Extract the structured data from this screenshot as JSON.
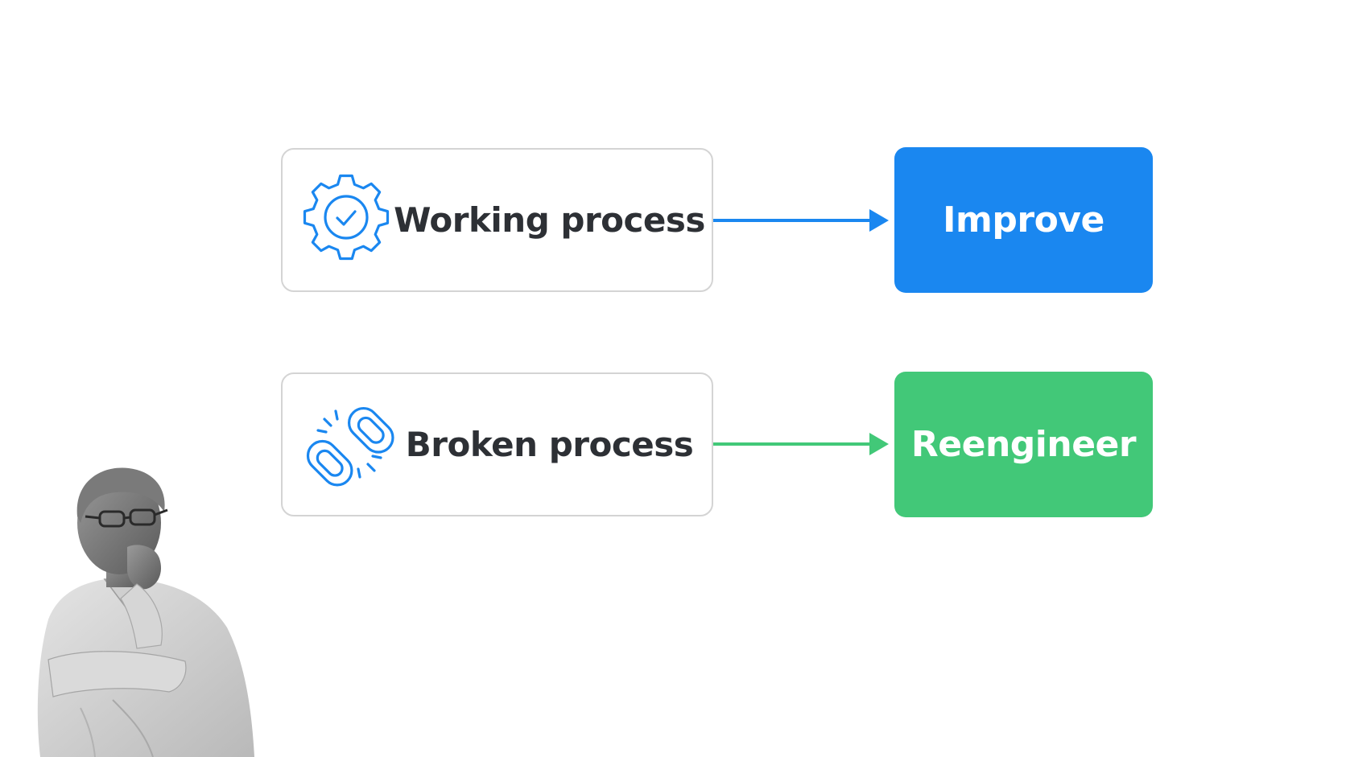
{
  "rows": [
    {
      "source_label": "Working process",
      "source_icon": "gear-check-icon",
      "target_label": "Improve",
      "color": "#1a87f0"
    },
    {
      "source_label": "Broken process",
      "source_icon": "broken-link-icon",
      "target_label": "Reengineer",
      "color": "#42c878"
    }
  ],
  "colors": {
    "background": "#ffffff",
    "box_border": "#d4d4d4",
    "text_dark": "#2d3035",
    "icon_blue": "#1a87f0"
  }
}
